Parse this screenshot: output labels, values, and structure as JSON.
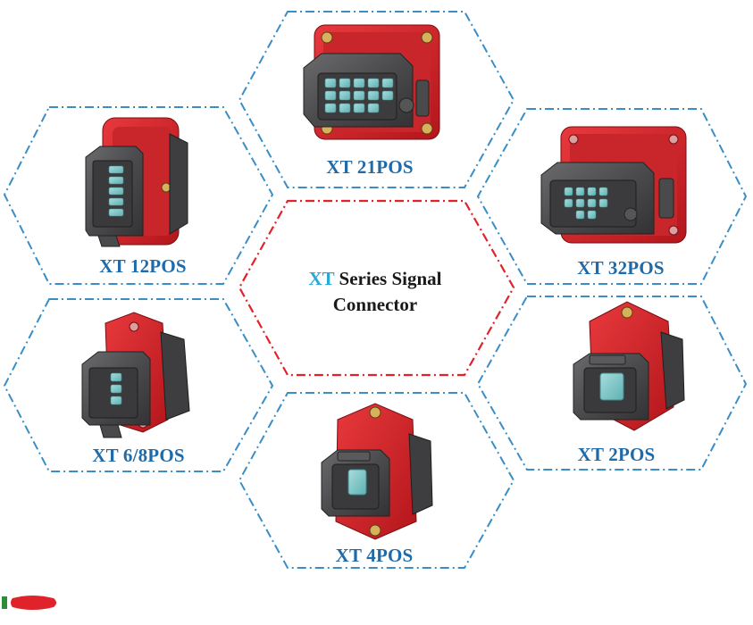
{
  "center": {
    "accent": "XT",
    "line1": "Series Signal",
    "line2": "Connector"
  },
  "products": [
    {
      "id": "xt-21pos",
      "label": "XT 21POS"
    },
    {
      "id": "xt-12pos",
      "label": "XT 12POS"
    },
    {
      "id": "xt-32pos",
      "label": "XT 32POS"
    },
    {
      "id": "xt-6-8pos",
      "label": "XT 6/8POS"
    },
    {
      "id": "xt-2pos",
      "label": "XT 2POS"
    },
    {
      "id": "xt-4pos",
      "label": "XT 4POS"
    }
  ],
  "colors": {
    "hex_border": "#3a8ec6",
    "center_border": "#e0232a",
    "label": "#1f6aa8",
    "accent": "#2aa8d8",
    "housing": "#4a4a4c",
    "gasket": "#d7262b",
    "contacts": "#7fc7c8"
  }
}
